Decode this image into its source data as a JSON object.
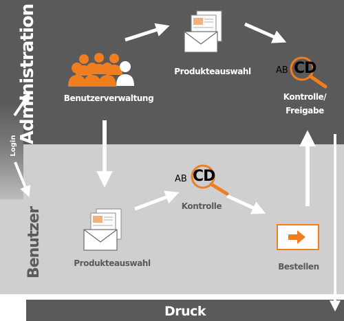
{
  "sections": {
    "admin_title": "Administration",
    "user_title": "Benutzer",
    "print_title": "Druck",
    "login_label": "Login"
  },
  "nodes": {
    "user_management": "Benutzerverwaltung",
    "product_selection_admin": "Produkteauswahl",
    "control_release_line1": "Kontrolle/",
    "control_release_line2": "Freigabe",
    "control_user": "Kontrolle",
    "product_selection_user": "Produkteauswahl",
    "order": "Bestellen"
  },
  "icon_text": {
    "ab": "AB",
    "cd": "CD"
  },
  "colors": {
    "admin_band": "#5a5a5a",
    "user_band": "#cfcfcf",
    "print_band": "#5a5a5a",
    "accent_orange": "#f07d1e",
    "arrow_white": "#ffffff"
  },
  "icons": {
    "users": "people-group-icon",
    "envelope": "envelope-documents-icon",
    "magnifier": "magnifier-abcd-icon",
    "order_arrow": "right-arrow-box-icon"
  }
}
